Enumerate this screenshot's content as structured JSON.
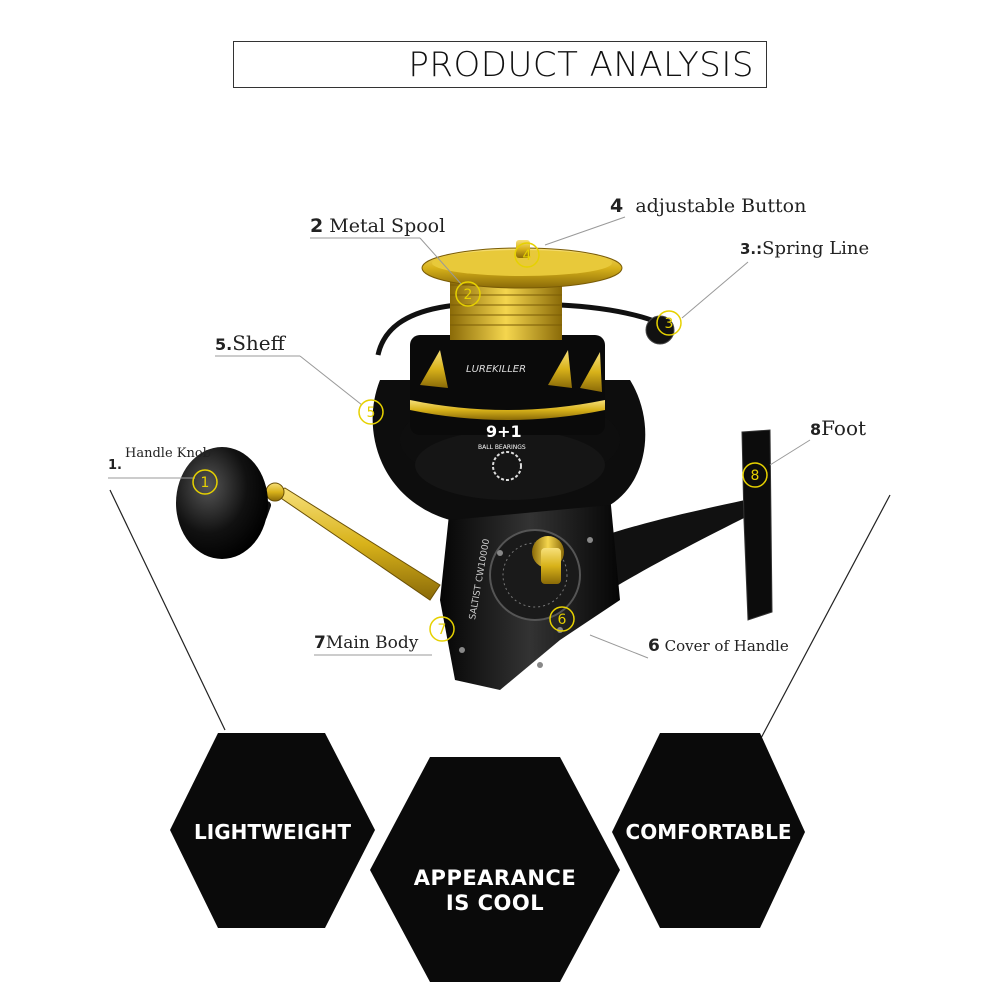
{
  "title": "PRODUCT ANALYSIS",
  "reel": {
    "brand": "LUREKILLER",
    "bearings_big": "9+1",
    "bearings_small": "BALL BEARINGS",
    "model": "SALTIST CW10000"
  },
  "callouts": [
    {
      "num": "1.",
      "label": "Handle Knob",
      "marker": "1"
    },
    {
      "num": "2",
      "label": "Metal Spool",
      "marker": "2"
    },
    {
      "num": "3.:",
      "label": "Spring Line",
      "marker": "3"
    },
    {
      "num": "4",
      "label": "adjustable Button",
      "marker": "4"
    },
    {
      "num": "5.",
      "label": "Sheff",
      "marker": "5"
    },
    {
      "num": "6",
      "label": "Cover of Handle",
      "marker": "6"
    },
    {
      "num": "7",
      "label": "Main Body",
      "marker": "7"
    },
    {
      "num": "8",
      "label": "Foot",
      "marker": "8"
    }
  ],
  "features": [
    {
      "label": "LIGHTWEIGHT"
    },
    {
      "label_line1": "APPEARANCE",
      "label_line2": "IS COOL"
    },
    {
      "label": "COMFORTABLE"
    }
  ],
  "colors": {
    "gold": "#d8b21a",
    "black": "#0b0b0b",
    "line": "#888888"
  }
}
